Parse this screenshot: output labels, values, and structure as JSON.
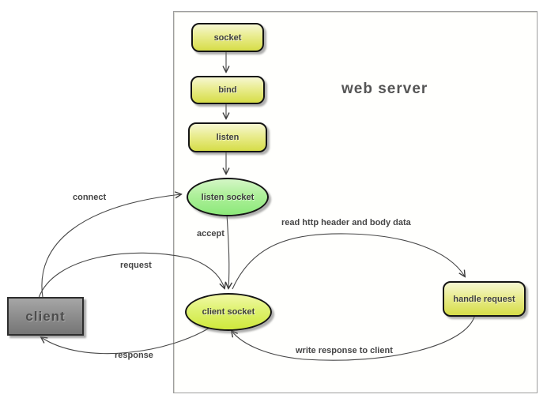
{
  "diagram": {
    "title": "web server",
    "nodes": {
      "socket": {
        "label": "socket",
        "shape": "rounded-rect"
      },
      "bind": {
        "label": "bind",
        "shape": "rounded-rect"
      },
      "listen": {
        "label": "listen",
        "shape": "rounded-rect"
      },
      "listen_socket": {
        "label": "listen socket",
        "shape": "ellipse"
      },
      "client_socket": {
        "label": "client socket",
        "shape": "ellipse"
      },
      "handle_request": {
        "label": "handle request",
        "shape": "rounded-rect"
      },
      "client": {
        "label": "client",
        "shape": "rect"
      }
    },
    "edges": [
      {
        "from": "socket",
        "to": "bind",
        "label": ""
      },
      {
        "from": "bind",
        "to": "listen",
        "label": ""
      },
      {
        "from": "listen",
        "to": "listen_socket",
        "label": ""
      },
      {
        "from": "listen_socket",
        "to": "client_socket",
        "label": "accept"
      },
      {
        "from": "client",
        "to": "listen_socket",
        "label": "connect"
      },
      {
        "from": "client",
        "to": "client_socket",
        "label": "request"
      },
      {
        "from": "client_socket",
        "to": "client",
        "label": "response"
      },
      {
        "from": "client_socket",
        "to": "handle_request",
        "label": "read http header and body data"
      },
      {
        "from": "handle_request",
        "to": "client_socket",
        "label": "write response to client"
      }
    ],
    "colors": {
      "process_fill_top": "#f6f7d2",
      "process_fill_bottom": "#d6dd48",
      "listen_socket_fill_top": "#d4f6c6",
      "listen_socket_fill_bottom": "#8ce87a",
      "client_socket_fill_top": "#f2f8a6",
      "client_socket_fill_bottom": "#cfe83c",
      "client_fill_top": "#a6a6a6",
      "client_fill_bottom": "#757575",
      "node_border": "#151515",
      "edge_stroke": "#444444",
      "server_box_border": "#9e9e9e",
      "text": "#3d3d3d"
    }
  }
}
